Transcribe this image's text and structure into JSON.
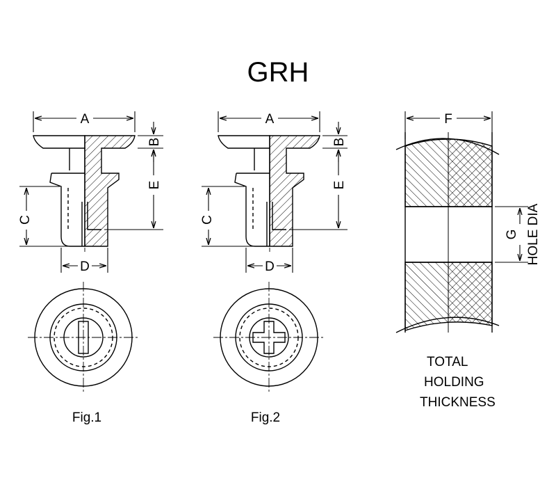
{
  "title": "GRH",
  "figures": [
    {
      "caption": "Fig.1",
      "dims": {
        "A": "A",
        "B": "B",
        "C": "C",
        "D": "D",
        "E": "E"
      }
    },
    {
      "caption": "Fig.2",
      "dims": {
        "A": "A",
        "B": "B",
        "C": "C",
        "D": "D",
        "E": "E"
      }
    }
  ],
  "panel": {
    "dim_f": "F",
    "dim_g": "G",
    "hole_label": "HOLE DIA",
    "note_lines": [
      "TOTAL",
      "HOLDING",
      "THICKNESS"
    ]
  },
  "colors": {
    "ink": "#000000",
    "background": "#ffffff"
  }
}
